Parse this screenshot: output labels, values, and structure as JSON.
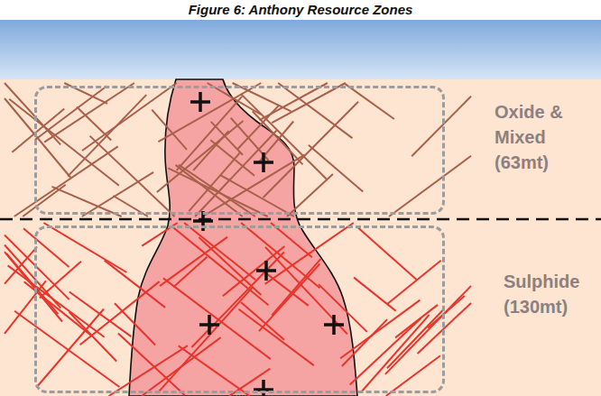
{
  "diagram": {
    "title": "Figure 6: Anthony Resource Zones",
    "nodes": [
      {
        "text": [
          "Oxide & Mixed (63mt)"
        ]
      },
      {
        "text": [
          "Sulphide (130mt)"
        ]
      }
    ]
  }
}
